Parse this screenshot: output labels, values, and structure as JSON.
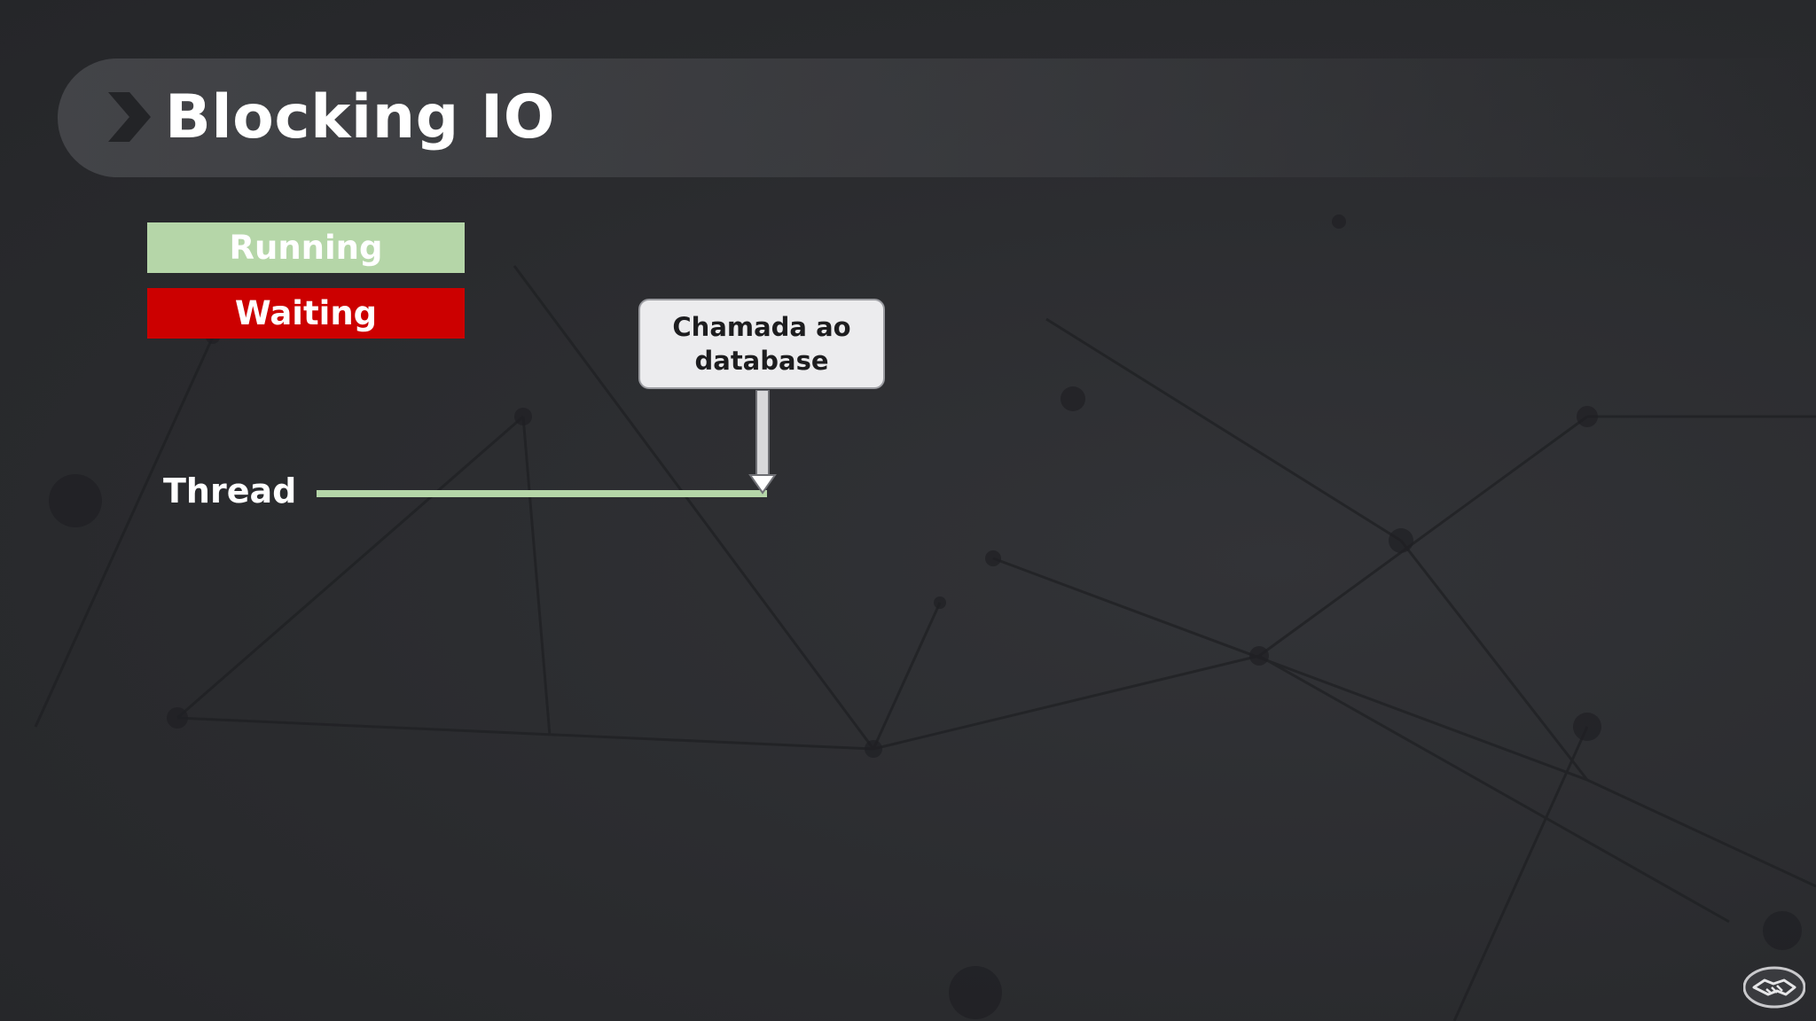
{
  "slide": {
    "title": "Blocking IO",
    "legend": [
      {
        "label": "Running",
        "color": "#b5d6a8"
      },
      {
        "label": "Waiting",
        "color": "#cc0000"
      }
    ],
    "thread_label": "Thread",
    "callout": {
      "line1": "Chamada ao",
      "line2": "database"
    },
    "colors": {
      "background": "#2a2b2e",
      "running": "#b5d6a8",
      "waiting": "#cc0000",
      "callout_bg": "#ececee"
    },
    "icons": {
      "title_marker": "chevron-right-icon",
      "arrow": "arrow-down-icon",
      "logo": "handshake-icon"
    }
  }
}
